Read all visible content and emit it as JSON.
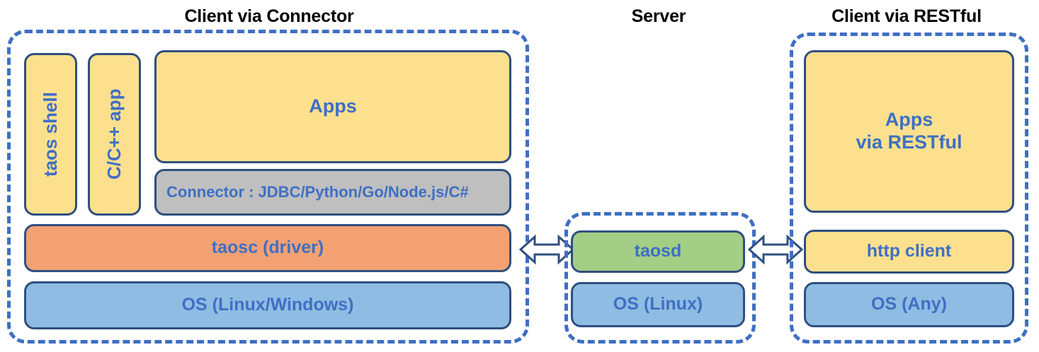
{
  "diagram": {
    "title_color": "#000000",
    "accent_color": "#3f6fc4",
    "outline_color": "#2f4f7f",
    "palette": {
      "yellow": "#fce08e",
      "blue": "#8fbce2",
      "orange": "#f3a173",
      "green": "#a2ce85",
      "gray": "#bfbfbf"
    }
  },
  "sections": {
    "client_connector": {
      "title": "Client via Connector",
      "boxes": {
        "taos_shell": "taos shell",
        "c_cpp_app": "C/C++ app",
        "apps": "Apps",
        "connector": "Connector : JDBC/Python/Go/Node.js/C#",
        "taosc": "taosc (driver)",
        "os": "OS (Linux/Windows)"
      }
    },
    "server": {
      "title": "Server",
      "boxes": {
        "taosd": "taosd",
        "os": "OS (Linux)"
      }
    },
    "client_restful": {
      "title": "Client via RESTful",
      "boxes": {
        "apps_line1": "Apps",
        "apps_line2": "via RESTful",
        "http_client": "http client",
        "os": "OS (Any)"
      }
    }
  },
  "connectors": {
    "left_arrow": "double-headed-arrow",
    "right_arrow": "double-headed-arrow"
  }
}
